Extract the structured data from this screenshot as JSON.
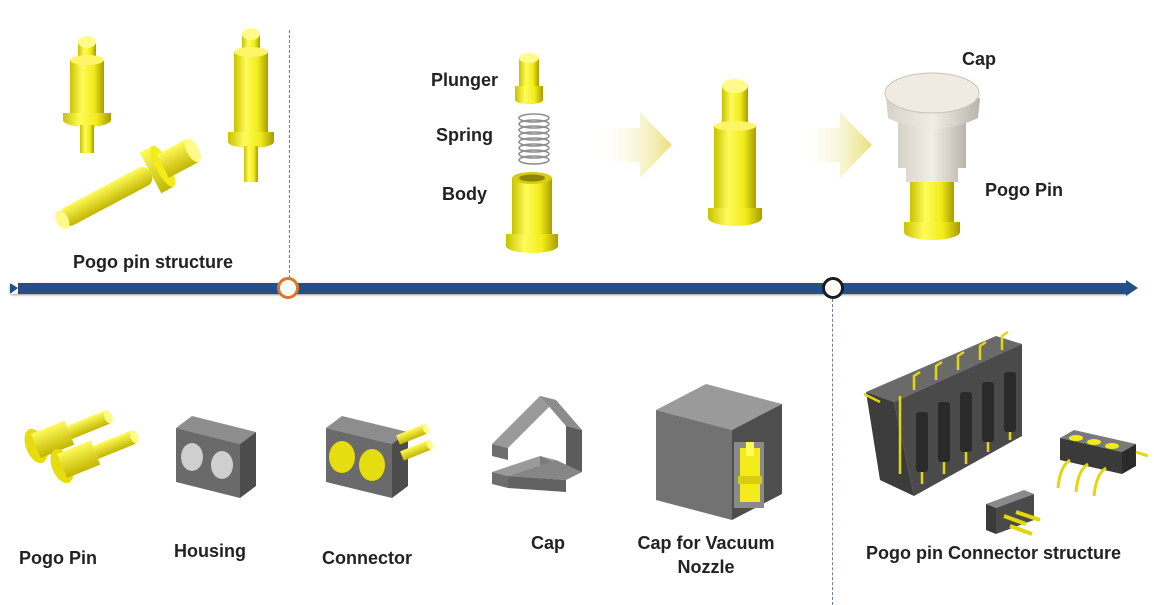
{
  "colors": {
    "pin_yellow": "#f2ec1a",
    "pin_shadow": "#b4a800",
    "timeline_blue": "#244f88",
    "marker_orange": "#e07428",
    "marker_dark": "#1c1c1c",
    "housing_gray": "#707070",
    "cap_beige": "#ece6dc"
  },
  "top": {
    "structure_label": "Pogo pin  structure",
    "parts": {
      "plunger": "Plunger",
      "spring": "Spring",
      "body": "Body"
    },
    "assembly": {
      "cap": "Cap",
      "pogo_pin": "Pogo Pin"
    }
  },
  "bottom": {
    "items": [
      {
        "label": "Pogo Pin",
        "icon": "pogo-pin-pair-icon"
      },
      {
        "label": "Housing",
        "icon": "housing-icon"
      },
      {
        "label": "Connector",
        "icon": "connector-icon"
      },
      {
        "label": "Cap",
        "icon": "cap-icon"
      },
      {
        "label_line1": "Cap for Vacuum",
        "label_line2": "Nozzle",
        "icon": "vacuum-cap-icon"
      }
    ],
    "connector_structure_label": "Pogo pin  Connector structure"
  }
}
